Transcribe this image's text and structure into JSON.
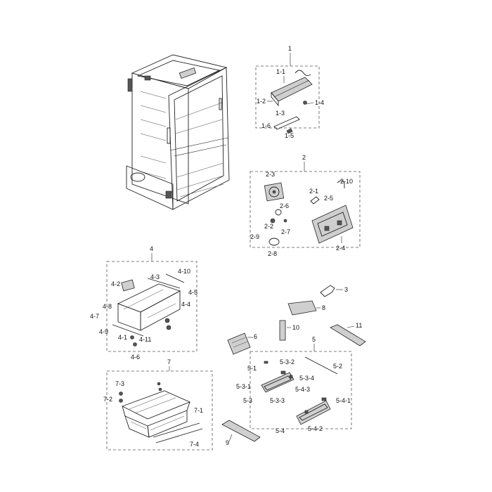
{
  "labels": {
    "g1": "1",
    "p1_1": "1-1",
    "p1_2": "1-2",
    "p1_3": "1-3",
    "p1_4": "1-4",
    "p1_5": "1-5",
    "p1_6": "1-6",
    "g2": "2",
    "p2_1": "2-1",
    "p2_2": "2-2",
    "p2_3": "2-3",
    "p2_4": "2-4",
    "p2_5": "2-5",
    "p2_6": "2-6",
    "p2_7": "2-7",
    "p2_8": "2-8",
    "p2_9": "2-9",
    "p2_10": "2-10",
    "g3": "3",
    "g4": "4",
    "p4_1": "4-1",
    "p4_2": "4-2",
    "p4_3": "4-3",
    "p4_4": "4-4",
    "p4_5": "4-5",
    "p4_6": "4-6",
    "p4_7": "4-7",
    "p4_8": "4-8",
    "p4_9": "4-9",
    "p4_10": "4-10",
    "p4_11": "4-11",
    "g5": "5",
    "p5_1": "5-1",
    "p5_2": "5-2",
    "p5_3": "5-3",
    "p5_3_1": "5-3-1",
    "p5_3_2": "5-3-2",
    "p5_3_3": "5-3-3",
    "p5_3_4": "5-3-4",
    "p5_4": "5-4",
    "p5_4_1": "5-4-1",
    "p5_4_2": "5-4-2",
    "p5_4_3": "5-4-3",
    "g6": "6",
    "g7": "7",
    "p7_1": "7-1",
    "p7_2": "7-2",
    "p7_3": "7-3",
    "p7_4": "7-4",
    "g8": "8",
    "g9": "9",
    "g10": "10",
    "g11": "11"
  }
}
